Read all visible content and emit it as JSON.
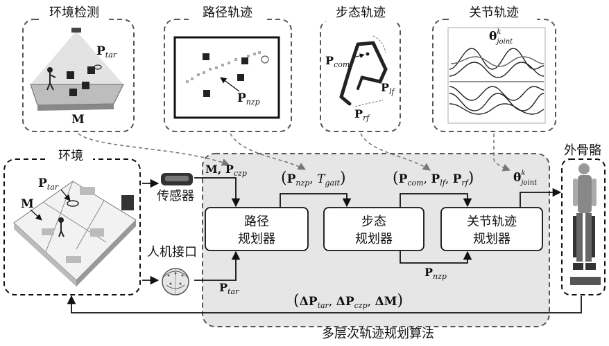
{
  "top_panels": {
    "env_detect": {
      "title": "环境检测",
      "label_m": "M",
      "label_ptar_base": "P",
      "label_ptar_sub": "tar"
    },
    "path_traj": {
      "title": "路径轨迹",
      "label_pnzp_base": "P",
      "label_pnzp_sub": "nzp"
    },
    "gait_traj": {
      "title": "步态轨迹",
      "label_pcom_base": "P",
      "label_pcom_sub": "com",
      "label_plf_base": "P",
      "label_plf_sub": "lf",
      "label_prf_base": "P",
      "label_prf_sub": "rf"
    },
    "joint_traj": {
      "title": "关节轨迹",
      "label_theta_base": "θ",
      "label_theta_sup": "k",
      "label_theta_sub": "joint"
    }
  },
  "environment": {
    "title": "环境",
    "label_ptar_base": "P",
    "label_ptar_sub": "tar",
    "label_m": "M"
  },
  "sensor_label": "传感器",
  "hmi_label": "人机接口",
  "exoskeleton_label": "外骨骼",
  "algorithm": {
    "title": "多层次轨迹规划算法",
    "blocks": [
      {
        "line1": "路径",
        "line2": "规划器"
      },
      {
        "line1": "步态",
        "line2": "规划器"
      },
      {
        "line1": "关节轨迹",
        "line2": "规划器"
      }
    ],
    "in_m_czp": {
      "m": "M",
      "sep": ", ",
      "p": "P",
      "sub": "czp"
    },
    "in_ptar": {
      "p": "P",
      "sub": "tar"
    },
    "out_path": {
      "open": "(",
      "p": "P",
      "sub": "nzp",
      "sep": ", ",
      "t": "T",
      "tsub": "gait",
      "close": ")"
    },
    "out_gait": {
      "open": "(",
      "p1": "P",
      "s1": "com",
      "sep1": ", ",
      "p2": "P",
      "s2": "lf",
      "sep2": ", ",
      "p3": "P",
      "s3": "rf",
      "close": ")"
    },
    "out_joint": {
      "t": "θ",
      "sup": "k",
      "sub": "joint"
    },
    "feedback_pnzp": {
      "p": "P",
      "sub": "nzp"
    },
    "feedback_delta": {
      "open": "(",
      "d1": "ΔP",
      "s1": "tar",
      "sep1": ", ",
      "d2": "ΔP",
      "s2": "czp",
      "sep2": ", ",
      "d3": "ΔM",
      "close": ")"
    }
  },
  "colors": {
    "panel_stroke": "#555555",
    "algo_fill": "#e6e6e6",
    "block_fill": "#ffffff",
    "arrow": "#111111",
    "dashed_arrow": "#777777"
  }
}
